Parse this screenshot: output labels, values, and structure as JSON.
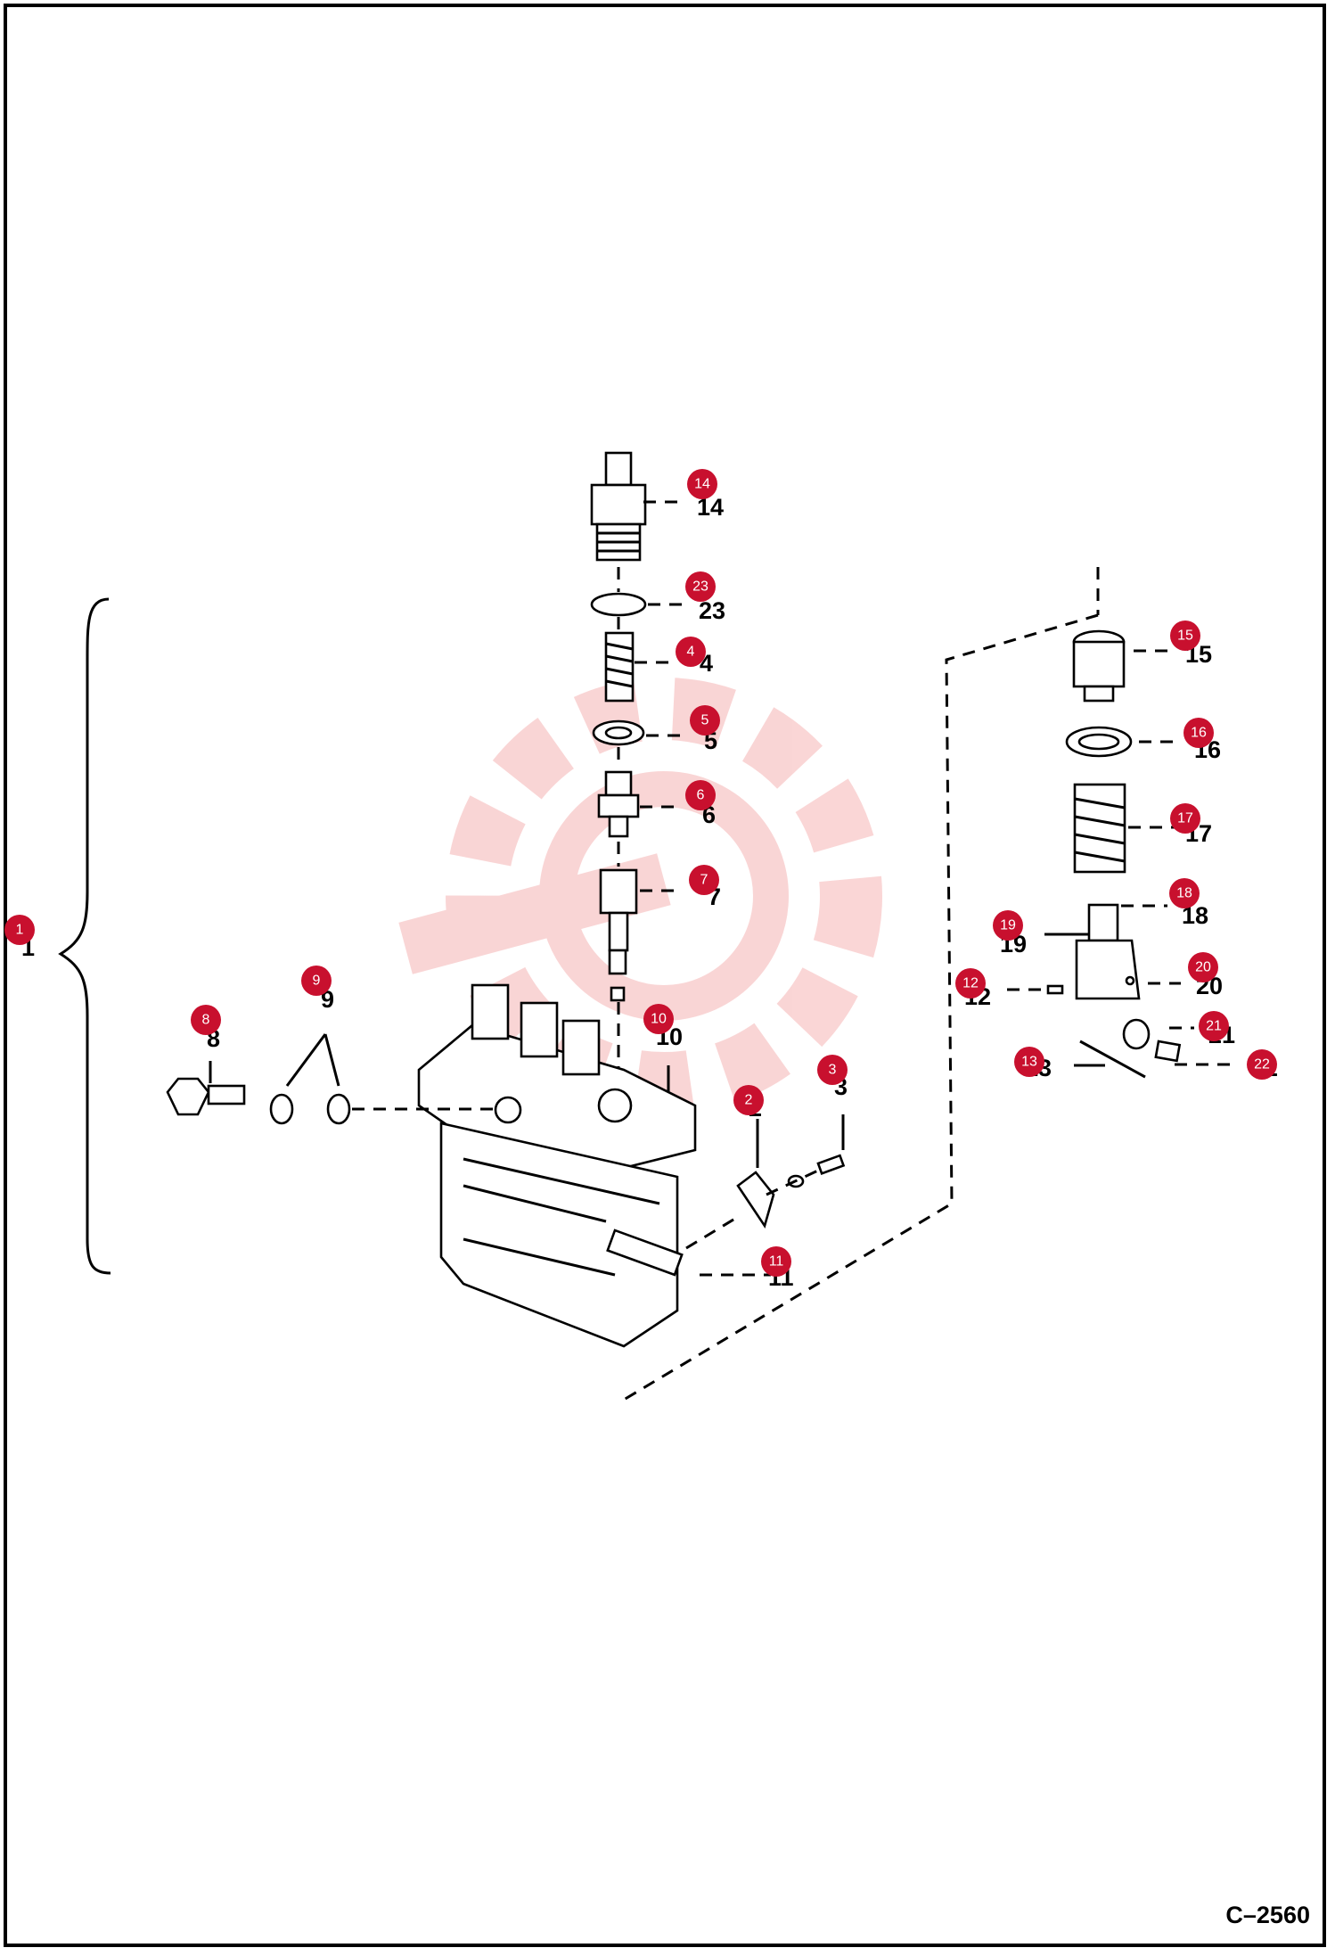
{
  "diagram": {
    "drawing_code": "C–2560",
    "callouts": [
      {
        "id": "1",
        "label": "1"
      },
      {
        "id": "2",
        "label": "2"
      },
      {
        "id": "3",
        "label": "3"
      },
      {
        "id": "4",
        "label": "4"
      },
      {
        "id": "5",
        "label": "5"
      },
      {
        "id": "6",
        "label": "6"
      },
      {
        "id": "7",
        "label": "7"
      },
      {
        "id": "8",
        "label": "8"
      },
      {
        "id": "9",
        "label": "9"
      },
      {
        "id": "10",
        "label": "10"
      },
      {
        "id": "11",
        "label": "11"
      },
      {
        "id": "12",
        "label": "12"
      },
      {
        "id": "13",
        "label": "13"
      },
      {
        "id": "14",
        "label": "14"
      },
      {
        "id": "15",
        "label": "15"
      },
      {
        "id": "16",
        "label": "16"
      },
      {
        "id": "17",
        "label": "17"
      },
      {
        "id": "18",
        "label": "18"
      },
      {
        "id": "19",
        "label": "19"
      },
      {
        "id": "20",
        "label": "20"
      },
      {
        "id": "21",
        "label": "21"
      },
      {
        "id": "22",
        "label": "22"
      },
      {
        "id": "23",
        "label": "23"
      }
    ],
    "colors": {
      "marker": "#c8102e",
      "line": "#000000",
      "watermark": "#f4b8b8"
    }
  }
}
